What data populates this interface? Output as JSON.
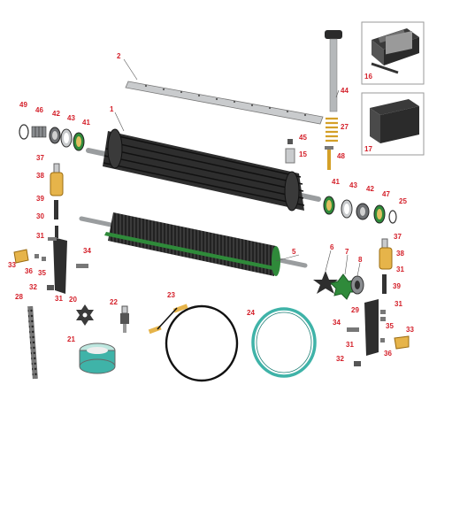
{
  "colors": {
    "callout": "#d4202a",
    "part_dark": "#2e2e2e",
    "part_gray": "#8a8d90",
    "part_light": "#c9cbcd",
    "brass": "#e6b44a",
    "green": "#2f8a3a",
    "teal": "#3fb3a8",
    "inset_border": "#9a9a9a"
  },
  "callouts": {
    "c1": "1",
    "c2": "2",
    "c5": "5",
    "c6": "6",
    "c7": "7",
    "c8": "8",
    "c15": "15",
    "c16": "16",
    "c17": "17",
    "c20": "20",
    "c21": "21",
    "c22": "22",
    "c23": "23",
    "c24": "24",
    "c25": "25",
    "c27": "27",
    "c28": "28",
    "c29": "29",
    "c30": "30",
    "c31a": "31",
    "c31b": "31",
    "c31c": "31",
    "c31d": "31",
    "c31e": "31",
    "c32a": "32",
    "c32b": "32",
    "c33a": "33",
    "c33b": "33",
    "c34a": "34",
    "c34b": "34",
    "c35a": "35",
    "c35b": "35",
    "c36a": "36",
    "c36b": "36",
    "c37a": "37",
    "c37b": "37",
    "c38a": "38",
    "c38b": "38",
    "c39a": "39",
    "c39b": "39",
    "c41a": "41",
    "c41b": "41",
    "c42a": "42",
    "c42b": "42",
    "c43a": "43",
    "c43b": "43",
    "c44": "44",
    "c45": "45",
    "c46": "46",
    "c47": "47",
    "c48": "48",
    "c49": "49"
  }
}
